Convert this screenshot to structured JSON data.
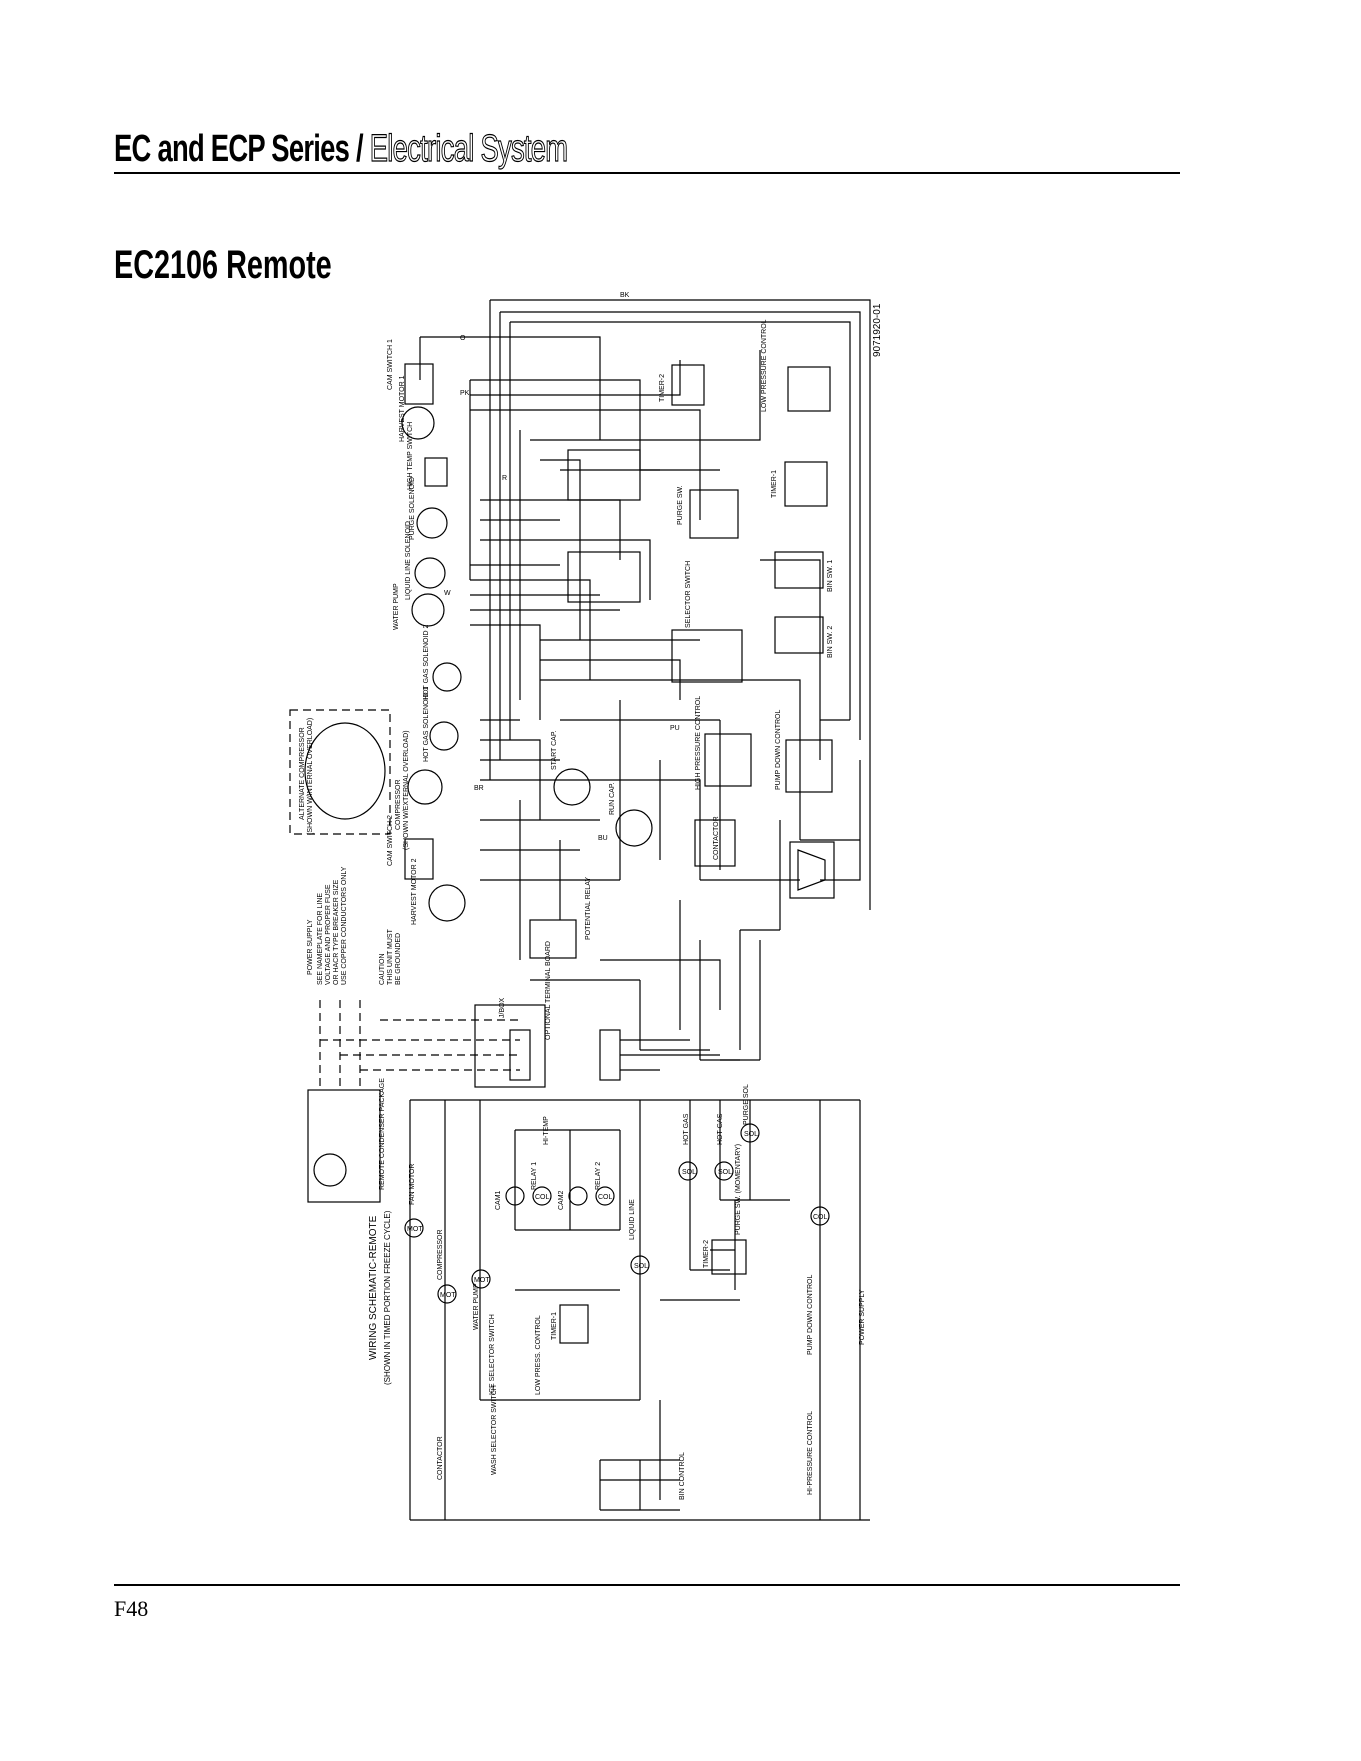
{
  "header": {
    "series": "EC and ECP Series",
    "separator": " / ",
    "section": "Electrical System"
  },
  "subtitle": "EC2106 Remote",
  "page_number": "F48",
  "diagram": {
    "part_number": "9071920-01",
    "labels": {
      "cam_switch_1": "CAM SWITCH 1",
      "harvest_motor_1": "HARVEST MOTOR 1",
      "high_temp_switch": "HIGH TEMP SWITCH",
      "purge_solenoid": "PURGE SOLENOID",
      "liquid_line_solenoid": "LIQUID LINE SOLENOID",
      "water_pump": "WATER PUMP",
      "hot_gas_solenoid_2": "HOT GAS SOLENOID 2",
      "hot_gas_solenoid_1": "HOT GAS SOLENOID 1",
      "compressor": "COMPRESSOR",
      "compressor_note": "(SHOWN W/EXTERNAL OVERLOAD)",
      "alternate_compressor": "ALTERNATE COMPRESSOR",
      "alternate_compressor_note": "(SHOWN W/INTERNAL OVERLOAD)",
      "cam_switch_2": "CAM SWITCH 2",
      "harvest_motor_2": "HARVEST MOTOR 2",
      "timer_2": "TIMER-2",
      "timer_1": "TIMER-1",
      "low_pressure_control": "LOW PRESSURE CONTROL",
      "purge_sw": "PURGE SW.",
      "bin_sw_1": "BIN SW. 1",
      "bin_sw_2": "BIN SW. 2",
      "selector_switch": "SELECTOR SWITCH",
      "high_pressure_control": "HIGH PRESSURE CONTROL",
      "pump_down_control": "PUMP DOWN CONTROL",
      "start_cap": "START CAP.",
      "run_cap": "RUN CAP.",
      "contactor": "CONTACTOR",
      "potential_relay": "POTENTIAL RELAY",
      "power_supply": "POWER SUPPLY",
      "power_supply_note_1": "SEE NAMEPLATE FOR LINE",
      "power_supply_note_2": "VOLTAGE AND PROPER FUSE",
      "power_supply_note_3": "OR HACR TYPE BREAKER SIZE",
      "power_supply_note_4": "USE COPPER CONDUCTORS ONLY",
      "caution_1": "CAUTION",
      "caution_2": "THIS UNIT MUST",
      "caution_3": "BE GROUNDED",
      "jbox": "J/BOX",
      "optional_terminal_board": "OPTIONAL TERMINAL BOARD",
      "remote_condenser": "REMOTE CONDENSER PACKAGE",
      "wiring_schematic": "WIRING SCHEMATIC-REMOTE",
      "wiring_schematic_note": "(SHOWN IN TIMED PORTION FREEZE CYCLE)",
      "fan_motor": "FAN MOTOR",
      "compressor_s": "COMPRESSOR",
      "water_pump_s": "WATER PUMP",
      "contactor_s": "CONTACTOR",
      "hi_temp": "HI-TEMP",
      "cam1": "CAM1",
      "cam2": "CAM2",
      "relay_1": "RELAY 1",
      "relay_2": "RELAY 2",
      "liquid_line": "LIQUID LINE",
      "hot_gas": "HOT GAS",
      "purge_sol": "PURGE SOL",
      "timer_2_s": "TIMER-2",
      "timer_1_s": "TIMER-1",
      "low_press_control": "LOW PRESS. CONTROL",
      "ice_selector_switch": "ICE SELECTOR SWITCH",
      "wash_selector_switch": "WASH SELECTOR SWITCH",
      "bin_control": "BIN CONTROL",
      "pump_down_control_s": "PUMP DOWN CONTROL",
      "hi_pressure_control": "HI-PRESSURE CONTROL",
      "power_supply_s": "POWER SUPPLY",
      "purge_sw_momentary": "PURGE SW. (MOMENTARY)",
      "mot": "MOT",
      "col": "COL",
      "sol": "SOL"
    },
    "wire_colors": [
      "BK",
      "R",
      "O",
      "PK",
      "BU",
      "W",
      "PU",
      "BR"
    ]
  }
}
